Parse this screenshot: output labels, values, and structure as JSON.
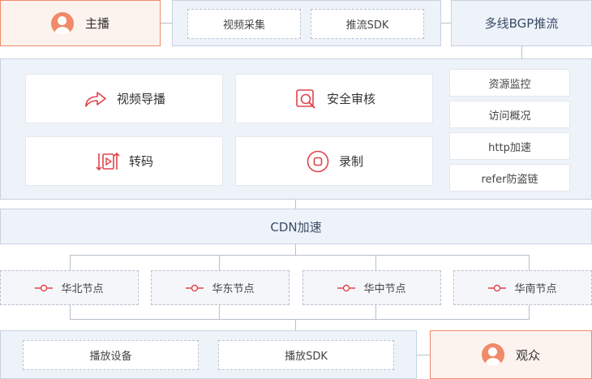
{
  "anchor": {
    "label": "主播",
    "icon": "user-icon"
  },
  "capture": {
    "items": [
      "视频采集",
      "推流SDK"
    ]
  },
  "bgp": {
    "label": "多线BGP推流"
  },
  "features": [
    {
      "label": "视频导播",
      "icon": "share-arrow-icon"
    },
    {
      "label": "安全审核",
      "icon": "audit-search-icon"
    },
    {
      "label": "转码",
      "icon": "transcode-play-icon"
    },
    {
      "label": "录制",
      "icon": "record-icon"
    }
  ],
  "side_list": [
    "资源监控",
    "访问概况",
    "http加速",
    "refer防盗链"
  ],
  "cdn": {
    "label": "CDN加速"
  },
  "nodes": [
    "华北节点",
    "华东节点",
    "华中节点",
    "华南节点"
  ],
  "playback": {
    "items": [
      "播放设备",
      "播放SDK"
    ]
  },
  "audience": {
    "label": "观众",
    "icon": "user-icon"
  },
  "colors": {
    "accent": "#f08a6a",
    "icon_red": "#e0434b",
    "box_blue": "#eef3fa",
    "border": "#c7d2e1",
    "line": "#b8c0cc"
  }
}
